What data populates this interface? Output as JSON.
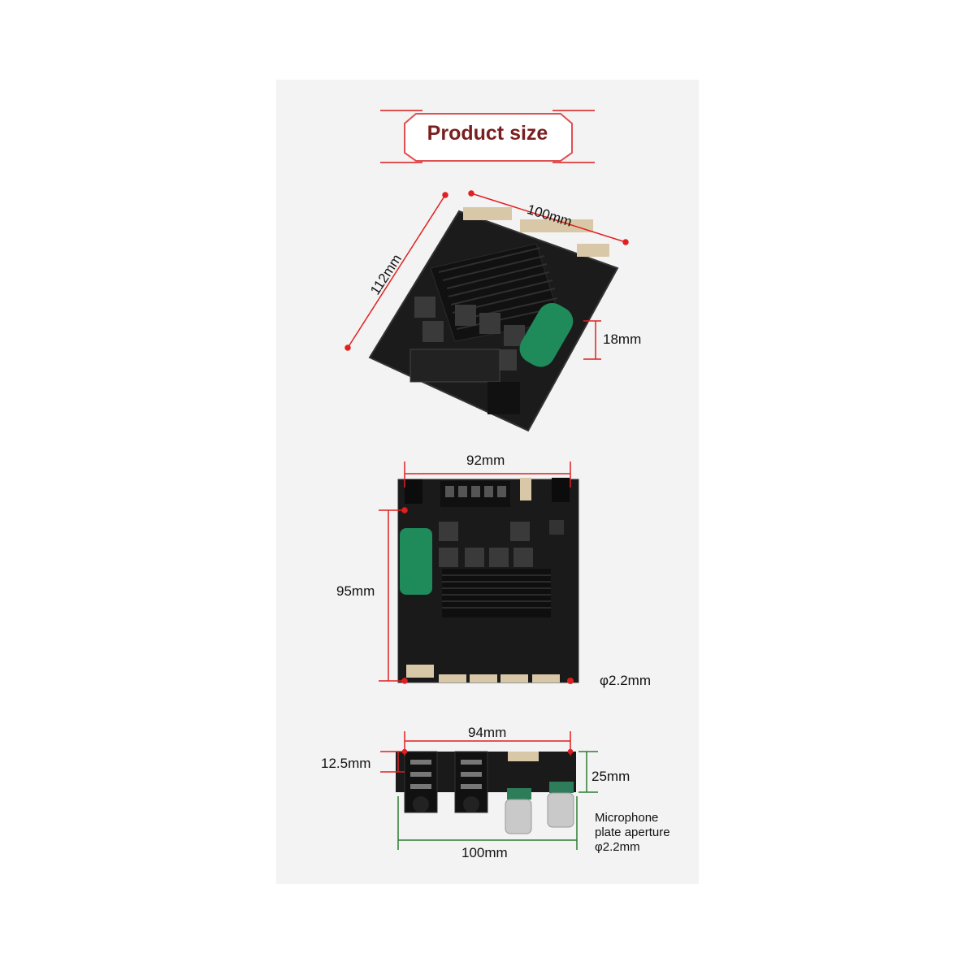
{
  "title": "Product size",
  "view1": {
    "width": "100mm",
    "depth": "112mm",
    "height": "18mm"
  },
  "view2": {
    "width": "92mm",
    "height": "95mm",
    "hole": "φ2.2mm"
  },
  "view3": {
    "inner_width": "94mm",
    "jack_pitch": "12.5mm",
    "height": "25mm",
    "outer_width": "100mm",
    "note": [
      "Microphone",
      "plate aperture",
      "φ2.2mm"
    ]
  },
  "colors": {
    "accent": "#e02020",
    "title": "#7a1f1f",
    "dimline_green": "#2e7d32",
    "pcb": "#1a1a1a",
    "capacitor": "#1f8a5a"
  }
}
